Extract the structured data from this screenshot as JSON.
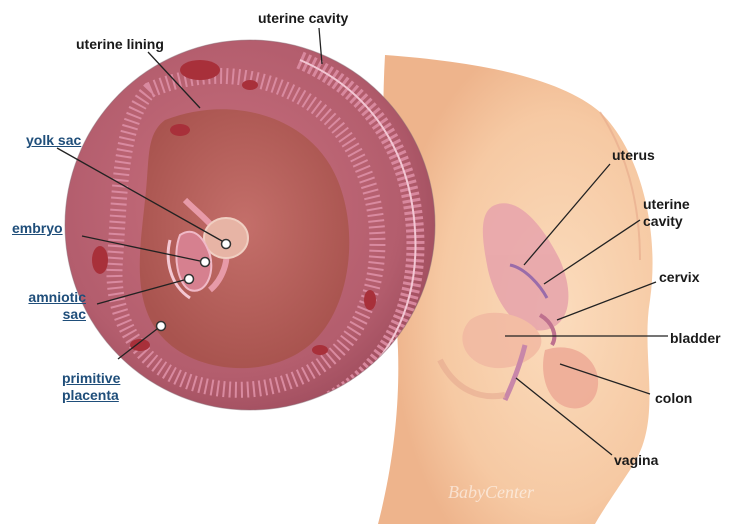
{
  "labels": {
    "uterine_cavity_top": "uterine cavity",
    "uterine_lining": "uterine lining",
    "yolk_sac": "yolk sac",
    "embryo": "embryo",
    "amniotic_sac_line1": "amniotic",
    "amniotic_sac_line2": "sac",
    "primitive_placenta_line1": "primitive",
    "primitive_placenta_line2": "placenta",
    "uterus": "uterus",
    "uterine_cavity_right_line1": "uterine",
    "uterine_cavity_right_line2": "cavity",
    "cervix": "cervix",
    "bladder": "bladder",
    "colon": "colon",
    "vagina": "vagina"
  },
  "brand_watermark": "BabyCenter",
  "colors": {
    "link_label": "#1f4e7a",
    "label": "#1a1a1a",
    "skin": "#f7cfaa",
    "tissue": "#c56e7d",
    "lining": "#d8889e",
    "cavity_purple": "#5c4aa0",
    "leader_line": "#222222"
  }
}
